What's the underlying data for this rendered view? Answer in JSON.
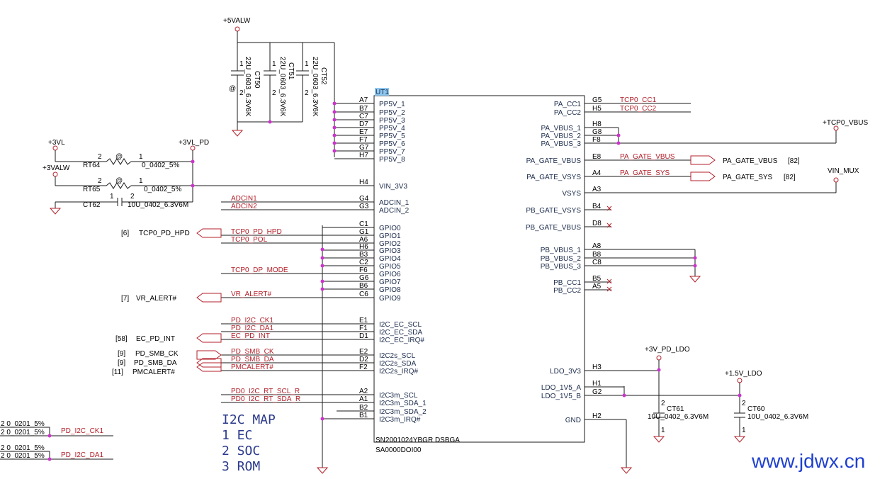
{
  "chip": {
    "refdes": "UT1",
    "part": "SN2001024YBGR DSBGA",
    "partno": "SA0000DOI00",
    "left_pins": [
      {
        "ball": "A7",
        "name": "PP5V_1",
        "net": ""
      },
      {
        "ball": "B7",
        "name": "PP5V_2",
        "net": ""
      },
      {
        "ball": "C7",
        "name": "PP5V_3",
        "net": ""
      },
      {
        "ball": "D7",
        "name": "PP5V_4",
        "net": ""
      },
      {
        "ball": "E7",
        "name": "PP5V_5",
        "net": ""
      },
      {
        "ball": "F7",
        "name": "PP5V_6",
        "net": ""
      },
      {
        "ball": "G7",
        "name": "PP5V_7",
        "net": ""
      },
      {
        "ball": "H7",
        "name": "PP5V_8",
        "net": ""
      },
      {
        "ball": "H4",
        "name": "VIN_3V3",
        "net": ""
      },
      {
        "ball": "G4",
        "name": "ADCIN_1",
        "net": "ADCIN1"
      },
      {
        "ball": "G3",
        "name": "ADCIN_2",
        "net": "ADCIN2"
      },
      {
        "ball": "C1",
        "name": "GPIO0",
        "net": ""
      },
      {
        "ball": "G1",
        "name": "GPIO1",
        "net": "TCP0_PD_HPD"
      },
      {
        "ball": "A6",
        "name": "GPIO2",
        "net": "TCP0_POL"
      },
      {
        "ball": "H6",
        "name": "GPIO3",
        "net": ""
      },
      {
        "ball": "B3",
        "name": "GPIO4",
        "net": ""
      },
      {
        "ball": "C2",
        "name": "GPIO5",
        "net": ""
      },
      {
        "ball": "F6",
        "name": "GPIO6",
        "net": "TCP0_DP_MODE"
      },
      {
        "ball": "G6",
        "name": "GPIO7",
        "net": ""
      },
      {
        "ball": "B6",
        "name": "GPIO8",
        "net": ""
      },
      {
        "ball": "C6",
        "name": "GPIO9",
        "net": "VR_ALERT#"
      },
      {
        "ball": "E1",
        "name": "I2C_EC_SCL",
        "net": "PD_I2C_CK1"
      },
      {
        "ball": "F1",
        "name": "I2C_EC_SDA",
        "net": "PD_I2C_DA1"
      },
      {
        "ball": "D1",
        "name": "I2C_EC_IRQ#",
        "net": "EC_PD_INT"
      },
      {
        "ball": "E2",
        "name": "I2C2s_SCL",
        "net": "PD_SMB_CK"
      },
      {
        "ball": "D2",
        "name": "I2C2s_SDA",
        "net": "PD_SMB_DA"
      },
      {
        "ball": "F2",
        "name": "I2C2s_IRQ#",
        "net": "PMCALERT#"
      },
      {
        "ball": "A2",
        "name": "I2C3m_SCL",
        "net": "PD0_I2C_RT_SCL_R"
      },
      {
        "ball": "A1",
        "name": "I2C3m_SDA_1",
        "net": "PD0_I2C_RT_SDA_R"
      },
      {
        "ball": "B2",
        "name": "I2C3m_SDA_2",
        "net": ""
      },
      {
        "ball": "B1",
        "name": "I2C3m_IRQ#",
        "net": ""
      }
    ],
    "right_pins": [
      {
        "ball": "G5",
        "name": "PA_CC1",
        "net": "TCP0_CC1"
      },
      {
        "ball": "H5",
        "name": "PA_CC2",
        "net": "TCP0_CC2"
      },
      {
        "ball": "H8",
        "name": "PA_VBUS_1",
        "net": ""
      },
      {
        "ball": "G8",
        "name": "PA_VBUS_2",
        "net": ""
      },
      {
        "ball": "F8",
        "name": "PA_VBUS_3",
        "net": ""
      },
      {
        "ball": "E8",
        "name": "PA_GATE_VBUS",
        "net": "PA_GATE_VBUS"
      },
      {
        "ball": "A4",
        "name": "PA_GATE_VSYS",
        "net": "PA_GATE_SYS"
      },
      {
        "ball": "A3",
        "name": "VSYS",
        "net": ""
      },
      {
        "ball": "B4",
        "name": "PB_GATE_VSYS",
        "net": ""
      },
      {
        "ball": "D8",
        "name": "PB_GATE_VBUS",
        "net": ""
      },
      {
        "ball": "A8",
        "name": "PB_VBUS_1",
        "net": ""
      },
      {
        "ball": "B8",
        "name": "PB_VBUS_2",
        "net": ""
      },
      {
        "ball": "C8",
        "name": "PB_VBUS_3",
        "net": ""
      },
      {
        "ball": "B5",
        "name": "PB_CC1",
        "net": ""
      },
      {
        "ball": "A5",
        "name": "PB_CC2",
        "net": ""
      },
      {
        "ball": "H3",
        "name": "LDO_3V3",
        "net": ""
      },
      {
        "ball": "H1",
        "name": "LDO_1V5_A",
        "net": ""
      },
      {
        "ball": "G2",
        "name": "LDO_1V5_B",
        "net": ""
      },
      {
        "ball": "H2",
        "name": "GND",
        "net": ""
      }
    ]
  },
  "power": {
    "p5valw": "+5VALW",
    "p3vl": "+3VL",
    "p3vl_pd": "+3VL_PD",
    "p3valw": "+3VALW",
    "tcp0_vbus": "+TCP0_VBUS",
    "vin_mux": "VIN_MUX",
    "p3v_pd_ldo": "+3V_PD_LDO",
    "p1v5_ldo": "+1.5V_LDO"
  },
  "caps": [
    {
      "ref": "CT50",
      "value": "22U_0603_6.3V6K",
      "p1": "1",
      "p2": "2",
      "mark": "@"
    },
    {
      "ref": "CT51",
      "value": "22U_0603_6.3V6K",
      "p1": "1",
      "p2": "2"
    },
    {
      "ref": "CT52",
      "value": "22U_0603_6.3V6K",
      "p1": "1",
      "p2": "2"
    },
    {
      "ref": "CT62",
      "value": "10U_0402_6.3V6M",
      "p1": "1",
      "p2": "2"
    },
    {
      "ref": "CT61",
      "value": "10U_0402_6.3V6M",
      "p1": "2",
      "p2": "1"
    },
    {
      "ref": "CT60",
      "value": "10U_0402_6.3V6M",
      "p1": "2",
      "p2": "1"
    }
  ],
  "resistors": [
    {
      "ref": "RT64",
      "value": "0_0402_5%",
      "p2": "2",
      "p1": "1",
      "mark": "@"
    },
    {
      "ref": "RT65",
      "value": "0_0402_5%",
      "p2": "2",
      "p1": "1",
      "mark": "@"
    }
  ],
  "offpage": {
    "tcp0_pd_hpd": {
      "ref": "[6]",
      "name": "TCP0_PD_HPD"
    },
    "vr_alert": {
      "ref": "[7]",
      "name": "VR_ALERT#"
    },
    "ec_pd_int": {
      "ref": "[58]",
      "name": "EC_PD_INT"
    },
    "pd_smb_ck": {
      "ref": "[9]",
      "name": "PD_SMB_CK"
    },
    "pd_smb_da": {
      "ref": "[9]",
      "name": "PD_SMB_DA"
    },
    "pmcalert": {
      "ref": "[11]",
      "name": "PMCALERT#"
    },
    "pa_gate_vbus": {
      "ref": "[82]",
      "name": "PA_GATE_VBUS"
    },
    "pa_gate_sys": {
      "ref": "[82]",
      "name": "PA_GATE_SYS"
    }
  },
  "bottom_left": {
    "r1_top": "2  0_0201_5%",
    "r1_bot": "2  0_0201_5%",
    "r1_net": "PD_I2C_CK1",
    "r2_top": "2  0_0201_5%",
    "r2_bot": "2  0_0201_5%",
    "r2_net": "PD_I2C_DA1"
  },
  "i2c_map": [
    "I2C MAP",
    "1 EC",
    "2 SOC",
    "3 ROM"
  ],
  "watermark": "www.jdwx.cn",
  "colors": {
    "wire": "#1a1a1a",
    "net": "#b3202a",
    "power": "#b3202a",
    "text": "#1a2a4a",
    "dot": "#cc33cc",
    "chip_label_bg": "#8ec8f0"
  }
}
